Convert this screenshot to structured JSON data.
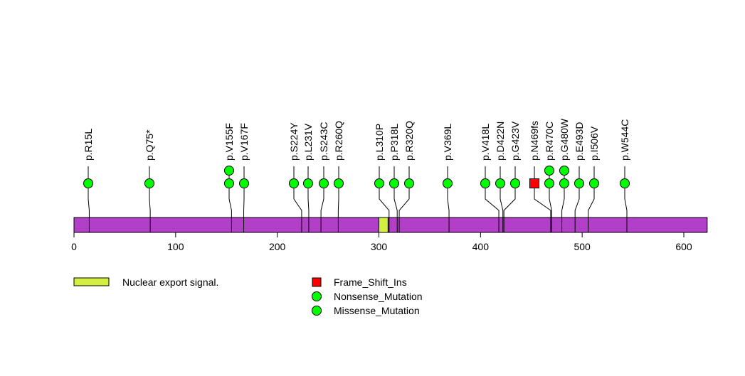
{
  "chart_data": {
    "type": "lollipop",
    "protein_length": 623,
    "xlim": [
      0,
      623
    ],
    "x_ticks": [
      0,
      100,
      200,
      300,
      400,
      500,
      600
    ],
    "colors": {
      "protein": "#b23fc8",
      "domain": "#d4ef3f",
      "Frame_Shift_Ins": "#ff0000",
      "Nonsense_Mutation": "#00ff00",
      "Missense_Mutation": "#00ff00"
    },
    "domains": [
      {
        "name": "Nuclear export signal.",
        "start": 300,
        "end": 309
      }
    ],
    "mutations": [
      {
        "label": "p.R15L",
        "position": 15,
        "count": 1,
        "type": "Missense_Mutation"
      },
      {
        "label": "p.Q75*",
        "position": 75,
        "count": 1,
        "type": "Nonsense_Mutation"
      },
      {
        "label": "p.V155F",
        "position": 155,
        "count": 2,
        "type": "Missense_Mutation"
      },
      {
        "label": "p.V167F",
        "position": 167,
        "count": 1,
        "type": "Missense_Mutation"
      },
      {
        "label": "p.S224Y",
        "position": 224,
        "count": 1,
        "type": "Missense_Mutation"
      },
      {
        "label": "p.L231V",
        "position": 231,
        "count": 1,
        "type": "Missense_Mutation"
      },
      {
        "label": "p.S243C",
        "position": 243,
        "count": 1,
        "type": "Missense_Mutation"
      },
      {
        "label": "p.R260Q",
        "position": 260,
        "count": 1,
        "type": "Missense_Mutation"
      },
      {
        "label": "p.L310P",
        "position": 310,
        "count": 1,
        "type": "Missense_Mutation"
      },
      {
        "label": "p.P318L",
        "position": 318,
        "count": 1,
        "type": "Missense_Mutation"
      },
      {
        "label": "p.R320Q",
        "position": 320,
        "count": 1,
        "type": "Missense_Mutation"
      },
      {
        "label": "p.V369L",
        "position": 369,
        "count": 1,
        "type": "Missense_Mutation"
      },
      {
        "label": "p.V418L",
        "position": 418,
        "count": 1,
        "type": "Missense_Mutation"
      },
      {
        "label": "p.D422N",
        "position": 422,
        "count": 1,
        "type": "Missense_Mutation"
      },
      {
        "label": "p.G423V",
        "position": 423,
        "count": 1,
        "type": "Missense_Mutation"
      },
      {
        "label": "p.N469fs",
        "position": 469,
        "count": 1,
        "type": "Frame_Shift_Ins"
      },
      {
        "label": "p.R470C",
        "position": 470,
        "count": 2,
        "type": "Missense_Mutation"
      },
      {
        "label": "p.G480W",
        "position": 480,
        "count": 2,
        "type": "Missense_Mutation"
      },
      {
        "label": "p.E493D",
        "position": 493,
        "count": 1,
        "type": "Missense_Mutation"
      },
      {
        "label": "p.I506V",
        "position": 506,
        "count": 1,
        "type": "Missense_Mutation"
      },
      {
        "label": "p.W544C",
        "position": 544,
        "count": 1,
        "type": "Missense_Mutation"
      }
    ],
    "legend": {
      "domains": [
        {
          "label": "Nuclear export signal."
        }
      ],
      "mutation_types": [
        {
          "label": "Frame_Shift_Ins",
          "shape": "square"
        },
        {
          "label": "Nonsense_Mutation",
          "shape": "circle"
        },
        {
          "label": "Missense_Mutation",
          "shape": "circle"
        }
      ]
    }
  }
}
